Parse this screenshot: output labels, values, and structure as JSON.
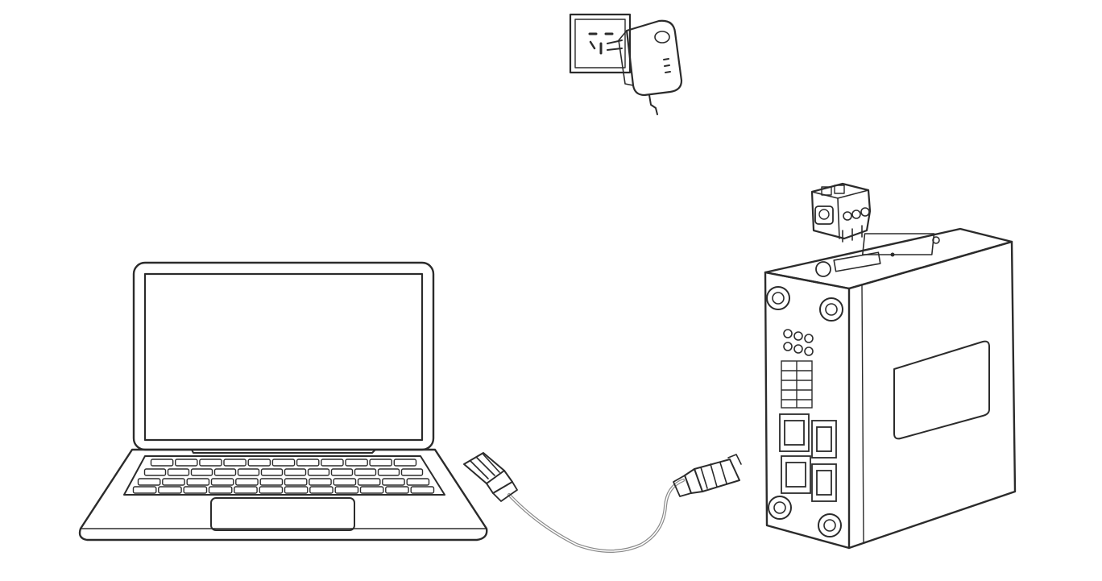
{
  "diagram": {
    "nodes": [
      {
        "id": "wall-outlet",
        "icon": "wall-outlet-icon"
      },
      {
        "id": "power-adapter",
        "icon": "power-adapter-icon"
      },
      {
        "id": "terminal-block",
        "icon": "terminal-block-connector-icon"
      },
      {
        "id": "router",
        "icon": "industrial-router-icon"
      },
      {
        "id": "laptop",
        "icon": "laptop-icon"
      },
      {
        "id": "ethernet-plug-laptop",
        "icon": "rj45-plug-icon"
      },
      {
        "id": "ethernet-plug-router",
        "icon": "rj45-plug-icon"
      }
    ],
    "edges": [
      {
        "from": "wall-outlet",
        "to": "power-adapter",
        "kind": "plug"
      },
      {
        "from": "power-adapter",
        "to": "terminal-block",
        "kind": "power-cable"
      },
      {
        "from": "terminal-block",
        "to": "router",
        "kind": "power-input"
      },
      {
        "from": "laptop",
        "to": "router",
        "kind": "ethernet-cable"
      }
    ],
    "colors": {
      "line": "#2b2b2b",
      "cable": "#8a8a8a",
      "background": "#ffffff"
    }
  }
}
